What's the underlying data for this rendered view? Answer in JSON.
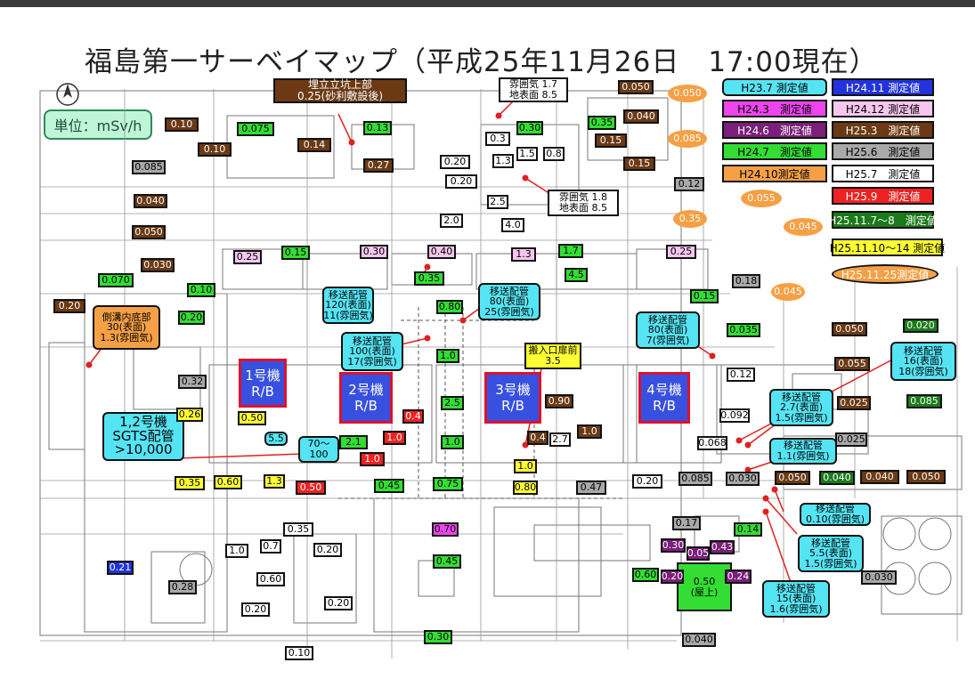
{
  "title": "福島第一サーベイマップ（平成25年11月26日　17:00現在）",
  "unit_label": "単位：mSv/h",
  "north_label": "N",
  "colors": {
    "white": "#ffffff",
    "brown": "#6b3a14",
    "green": "#33dd33",
    "gray": "#a9a9a9",
    "purple": "#7a1f7a",
    "magenta": "#ee44ee",
    "pink": "#f6c6ee",
    "cyan": "#55e4f4",
    "yellow": "#ffff33",
    "orange": "#f5a045",
    "red": "#ee2222",
    "blue": "#2233dd",
    "darkgreen": "#1b7a1b",
    "map_line": "#777777",
    "building": "#d8d8d8",
    "rb_fill": "#3850e0",
    "rb_border": "#e0102a"
  },
  "legend": [
    {
      "text": "H23.7 測定値",
      "style": "cyan"
    },
    {
      "text": "H24.11 測定値",
      "style": "blue"
    },
    {
      "text": "H24.3　測定値",
      "style": "magenta"
    },
    {
      "text": "H24.12 測定値",
      "style": "pink"
    },
    {
      "text": "H24.6　測定値",
      "style": "purple"
    },
    {
      "text": "H25.3　測定値",
      "style": "brown"
    },
    {
      "text": "H24.7　測定値",
      "style": "green"
    },
    {
      "text": "H25.6　測定値",
      "style": "gray"
    },
    {
      "text": "H24.10測定値",
      "style": "orange-star"
    },
    {
      "text": "H25.7　測定値",
      "style": "white"
    },
    {
      "text": "H25.9　測定値",
      "style": "red"
    },
    {
      "text": "H25.11.7～8　測定値",
      "style": "darkgreen"
    },
    {
      "text": "H25.11.10～14 測定値",
      "style": "yellow"
    },
    {
      "text": "H25.11.25測定値",
      "style": "cloud"
    }
  ],
  "reactors": [
    {
      "text": "1号機\nR/B"
    },
    {
      "text": "2号機\nR/B"
    },
    {
      "text": "3号機\nR/B"
    },
    {
      "text": "4号機\nR/B"
    }
  ],
  "annotations": [
    {
      "text": "埋立立坑上部\n0.25(砂利敷設後)",
      "style": "brown"
    },
    {
      "text": "雰囲気 1.7\n地表面 8.5",
      "style": "white"
    },
    {
      "text": "雰囲気 1.8\n地表面 8.5",
      "style": "white"
    },
    {
      "text": "側溝内底部\n30(表面)\n1.3(雰囲気)",
      "style": "orange"
    },
    {
      "text": "移送配管\n120(表面)\n11(雰囲気)",
      "style": "cyan"
    },
    {
      "text": "移送配管\n80(表面)\n25(雰囲気)",
      "style": "cyan"
    },
    {
      "text": "移送配管\n100(表面)\n17(雰囲気)",
      "style": "cyan"
    },
    {
      "text": "搬入口扉前\n3.5",
      "style": "yellow"
    },
    {
      "text": "移送配管\n80(表面)\n7(雰囲気)",
      "style": "cyan"
    },
    {
      "text": "移送配管\n16(表面)\n18(雰囲気)",
      "style": "cyan"
    },
    {
      "text": "移送配管\n2.7(表面)\n1.5(雰囲気)",
      "style": "cyan"
    },
    {
      "text": "移送配管\n1.1(雰囲気)",
      "style": "cyan"
    },
    {
      "text": "1,2号機\nSGTS配管\n>10,000",
      "style": "cyan-big"
    },
    {
      "text": "70～\n100",
      "style": "cyan"
    },
    {
      "text": "移送配管\n0.10(雰囲気)",
      "style": "cyan"
    },
    {
      "text": "移送配管\n5.5(表面)\n1.5(雰囲気)",
      "style": "cyan"
    },
    {
      "text": "移送配管\n15(表面)\n1.6(雰囲気)",
      "style": "cyan"
    },
    {
      "text": "0.50\n(屋上)",
      "style": "green"
    }
  ],
  "readings": [
    {
      "text": "0.050",
      "style": "brown"
    },
    {
      "text": "0.050",
      "style": "cloud"
    },
    {
      "text": "0.040",
      "style": "brown"
    },
    {
      "text": "0.085",
      "style": "cloud"
    },
    {
      "text": "0.35",
      "style": "green"
    },
    {
      "text": "0.15",
      "style": "brown"
    },
    {
      "text": "0.30",
      "style": "green"
    },
    {
      "text": "0.3",
      "style": "white"
    },
    {
      "text": "1.5",
      "style": "white"
    },
    {
      "text": "0.8",
      "style": "white"
    },
    {
      "text": "1.3",
      "style": "white"
    },
    {
      "text": "0.15",
      "style": "brown"
    },
    {
      "text": "0.10",
      "style": "brown"
    },
    {
      "text": "0.075",
      "style": "green"
    },
    {
      "text": "0.13",
      "style": "green"
    },
    {
      "text": "0.10",
      "style": "brown"
    },
    {
      "text": "0.14",
      "style": "brown"
    },
    {
      "text": "0.085",
      "style": "gray"
    },
    {
      "text": "0.27",
      "style": "brown"
    },
    {
      "text": "0.20",
      "style": "white"
    },
    {
      "text": "0.20",
      "style": "white"
    },
    {
      "text": "0.12",
      "style": "gray"
    },
    {
      "text": "0.040",
      "style": "brown"
    },
    {
      "text": "2.5",
      "style": "white"
    },
    {
      "text": "0.055",
      "style": "cloud"
    },
    {
      "text": "2.0",
      "style": "white"
    },
    {
      "text": "4.0",
      "style": "white"
    },
    {
      "text": "0.35",
      "style": "cloud"
    },
    {
      "text": "0.045",
      "style": "cloud"
    },
    {
      "text": "0.050",
      "style": "brown"
    },
    {
      "text": "0.25",
      "style": "pink"
    },
    {
      "text": "0.15",
      "style": "green"
    },
    {
      "text": "0.30",
      "style": "pink"
    },
    {
      "text": "0.40",
      "style": "pink"
    },
    {
      "text": "1.3",
      "style": "pink"
    },
    {
      "text": "1.7",
      "style": "green"
    },
    {
      "text": "0.25",
      "style": "pink"
    },
    {
      "text": "0.030",
      "style": "brown"
    },
    {
      "text": "0.070",
      "style": "green"
    },
    {
      "text": "0.35",
      "style": "green"
    },
    {
      "text": "4.5",
      "style": "green"
    },
    {
      "text": "0.18",
      "style": "gray"
    },
    {
      "text": "0.045",
      "style": "cloud"
    },
    {
      "text": "0.10",
      "style": "green"
    },
    {
      "text": "0.15",
      "style": "green"
    },
    {
      "text": "0.20",
      "style": "brown"
    },
    {
      "text": "0.80",
      "style": "green"
    },
    {
      "text": "0.20",
      "style": "green"
    },
    {
      "text": "0.035",
      "style": "green"
    },
    {
      "text": "0.050",
      "style": "brown"
    },
    {
      "text": "0.020",
      "style": "darkgreen"
    },
    {
      "text": "1.0",
      "style": "green"
    },
    {
      "text": "0.055",
      "style": "brown"
    },
    {
      "text": "0.32",
      "style": "gray"
    },
    {
      "text": "0.12",
      "style": "white"
    },
    {
      "text": "2.5",
      "style": "green"
    },
    {
      "text": "0.4",
      "style": "red"
    },
    {
      "text": "0.90",
      "style": "brown"
    },
    {
      "text": "0.025",
      "style": "brown"
    },
    {
      "text": "0.085",
      "style": "darkgreen"
    },
    {
      "text": "0.26",
      "style": "yellow"
    },
    {
      "text": "0.50",
      "style": "yellow"
    },
    {
      "text": "0.092",
      "style": "white"
    },
    {
      "text": "1.0",
      "style": "brown"
    },
    {
      "text": "5.5",
      "style": "cyan"
    },
    {
      "text": "2.1",
      "style": "green"
    },
    {
      "text": "1.0",
      "style": "red"
    },
    {
      "text": "1.0",
      "style": "green"
    },
    {
      "text": "0.4",
      "style": "brown"
    },
    {
      "text": "2.7",
      "style": "white"
    },
    {
      "text": "0.068",
      "style": "white"
    },
    {
      "text": "0.025",
      "style": "gray"
    },
    {
      "text": "1.0",
      "style": "red"
    },
    {
      "text": "1.0",
      "style": "yellow"
    },
    {
      "text": "0.030",
      "style": "gray"
    },
    {
      "text": "0.050",
      "style": "brown"
    },
    {
      "text": "0.040",
      "style": "darkgreen"
    },
    {
      "text": "0.040",
      "style": "brown"
    },
    {
      "text": "0.050",
      "style": "brown"
    },
    {
      "text": "0.35",
      "style": "yellow"
    },
    {
      "text": "0.60",
      "style": "yellow"
    },
    {
      "text": "1.3",
      "style": "yellow"
    },
    {
      "text": "0.50",
      "style": "red"
    },
    {
      "text": "0.45",
      "style": "green"
    },
    {
      "text": "0.75",
      "style": "green"
    },
    {
      "text": "0.80",
      "style": "yellow"
    },
    {
      "text": "0.47",
      "style": "gray"
    },
    {
      "text": "0.20",
      "style": "white"
    },
    {
      "text": "0.085",
      "style": "gray"
    },
    {
      "text": "0.35",
      "style": "white"
    },
    {
      "text": "0.70",
      "style": "magenta"
    },
    {
      "text": "0.17",
      "style": "gray"
    },
    {
      "text": "0.14",
      "style": "green"
    },
    {
      "text": "1.0",
      "style": "white"
    },
    {
      "text": "0.7",
      "style": "white"
    },
    {
      "text": "0.20",
      "style": "white"
    },
    {
      "text": "0.30",
      "style": "purple"
    },
    {
      "text": "0.05",
      "style": "purple"
    },
    {
      "text": "0.43",
      "style": "purple"
    },
    {
      "text": "0.21",
      "style": "blue"
    },
    {
      "text": "0.45",
      "style": "green"
    },
    {
      "text": "0.60",
      "style": "green"
    },
    {
      "text": "0.20",
      "style": "purple"
    },
    {
      "text": "0.24",
      "style": "purple"
    },
    {
      "text": "0.030",
      "style": "gray"
    },
    {
      "text": "0.28",
      "style": "gray"
    },
    {
      "text": "0.60",
      "style": "white"
    },
    {
      "text": "0.20",
      "style": "white"
    },
    {
      "text": "0.20",
      "style": "white"
    },
    {
      "text": "0.30",
      "style": "green"
    },
    {
      "text": "0.10",
      "style": "white"
    },
    {
      "text": "0.040",
      "style": "gray"
    }
  ]
}
